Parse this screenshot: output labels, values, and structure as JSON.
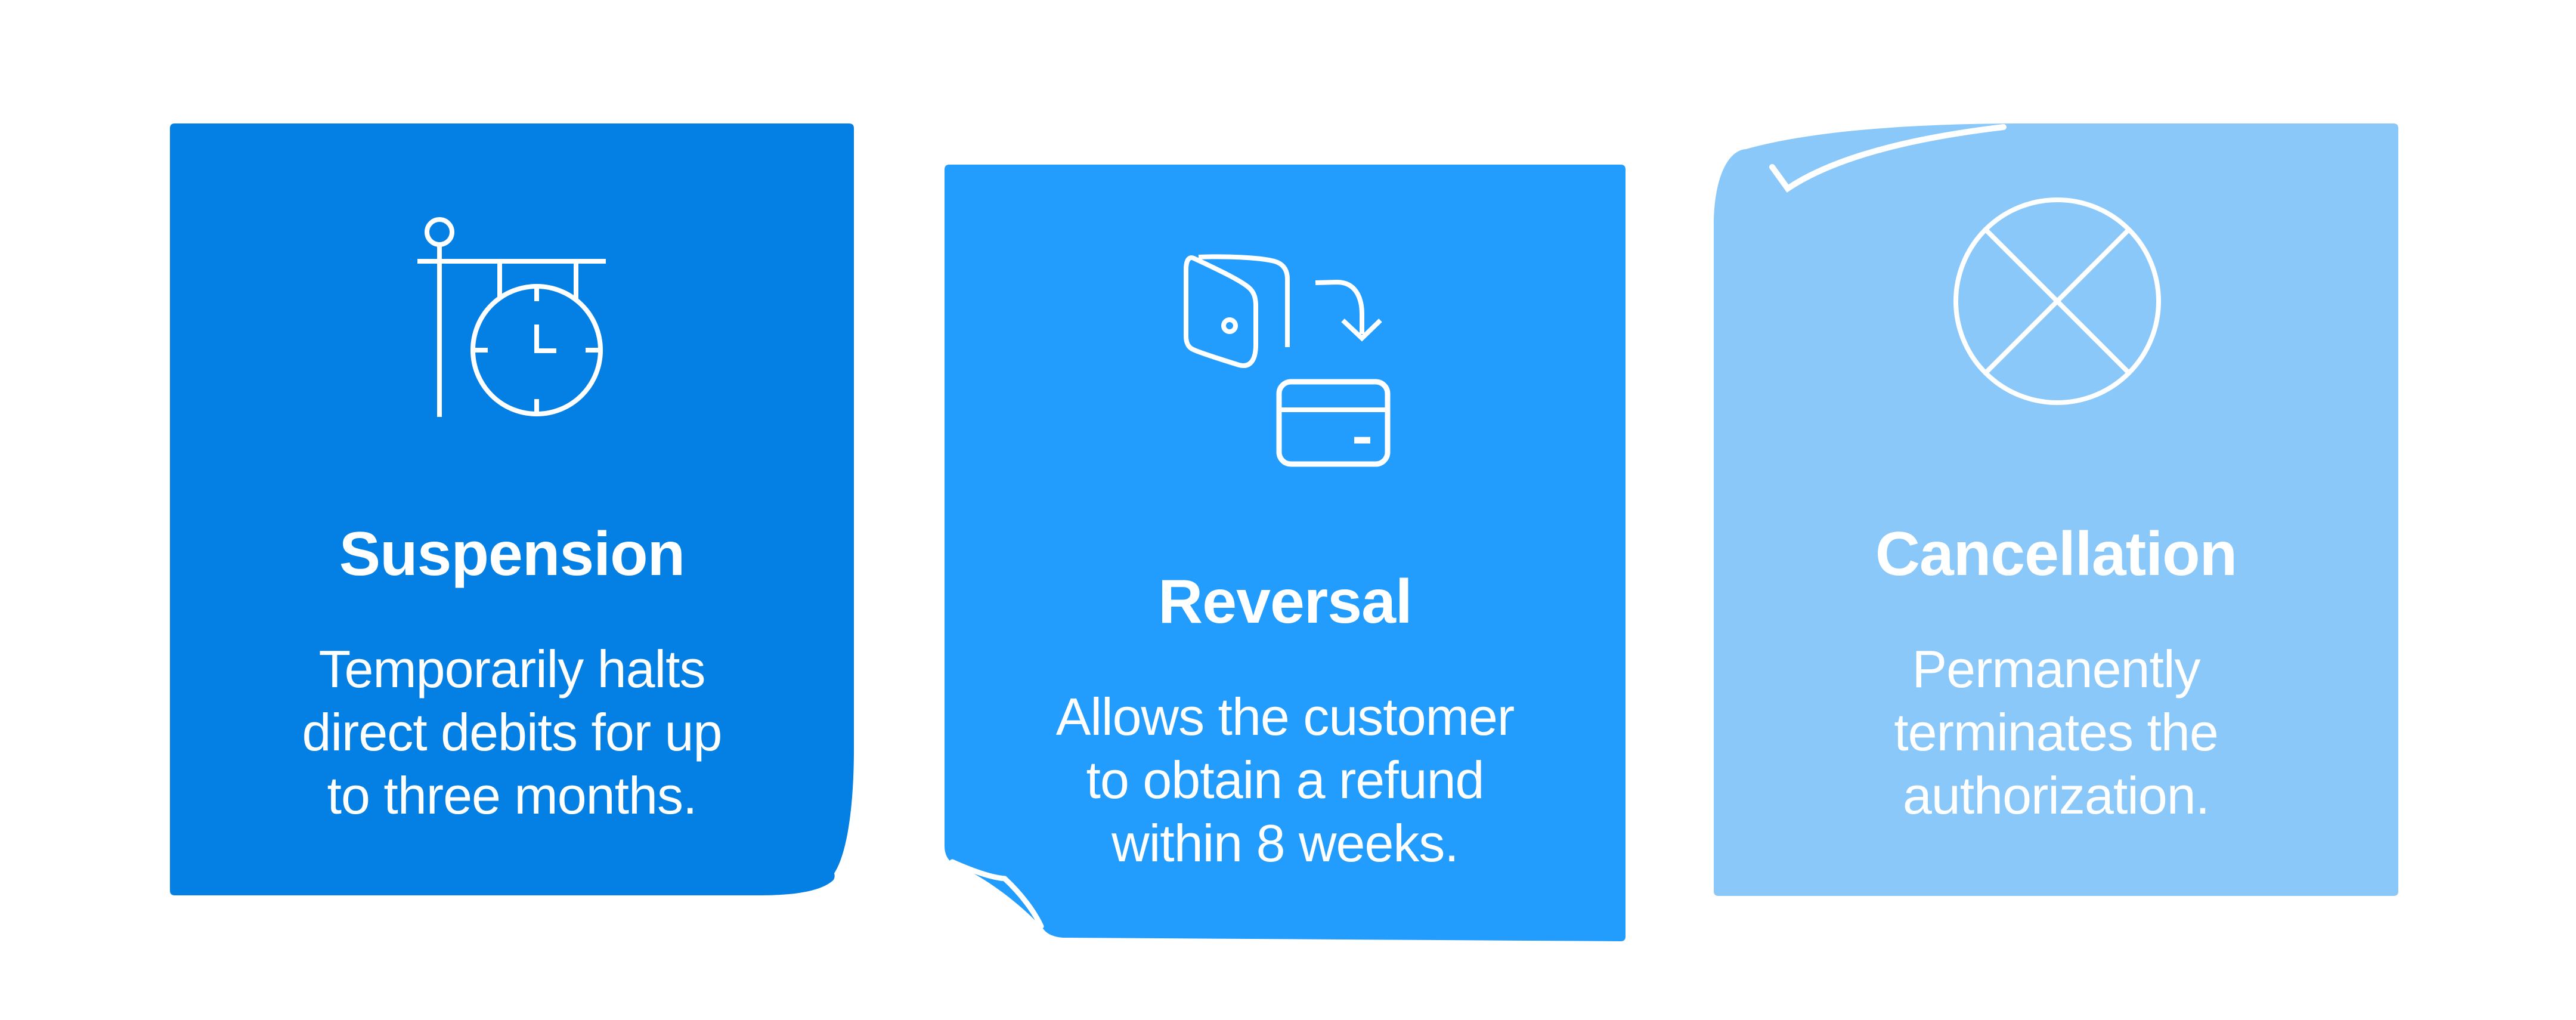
{
  "infographic": {
    "background_color": "#FFFFFF",
    "text_color": "#FFFFFF",
    "cards": [
      {
        "title": "Suspension",
        "description_lines": [
          "Temporarily halts",
          "direct debits for up",
          "to three months."
        ],
        "icon": "hanging-station-clock-icon",
        "color": "#0480E4",
        "curled_corner": "bottom-right"
      },
      {
        "title": "Reversal",
        "description_lines": [
          "Allows the customer",
          "to obtain a refund",
          "within 8 weeks."
        ],
        "icon": "wallet-refund-card-icon",
        "color": "#229DFD",
        "curled_corner": "bottom-left"
      },
      {
        "title": "Cancellation",
        "description_lines": [
          "Permanently",
          "terminates the",
          "authorization."
        ],
        "icon": "crossed-circle-icon",
        "color": "#8BC8FA",
        "curled_corner": "top-left"
      }
    ]
  }
}
